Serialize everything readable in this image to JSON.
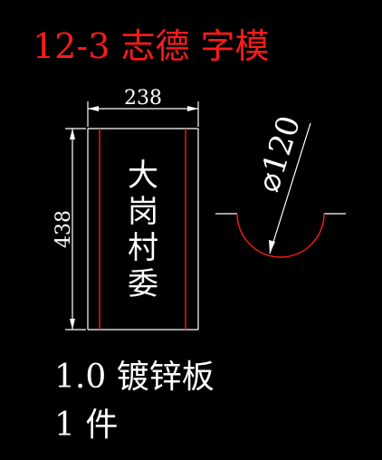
{
  "title": "12-3 志德 字模",
  "plate": {
    "width_label": "238",
    "height_label": "438",
    "text_chars": [
      "大",
      "岗",
      "村",
      "委"
    ]
  },
  "profile": {
    "diameter_label": "120",
    "diameter_symbol": "⌀"
  },
  "spec": {
    "material": "1.0 镀锌板",
    "quantity": "1 件"
  },
  "colors": {
    "background": "#000000",
    "line": "#ffffff",
    "accent": "#ff1a1a"
  }
}
